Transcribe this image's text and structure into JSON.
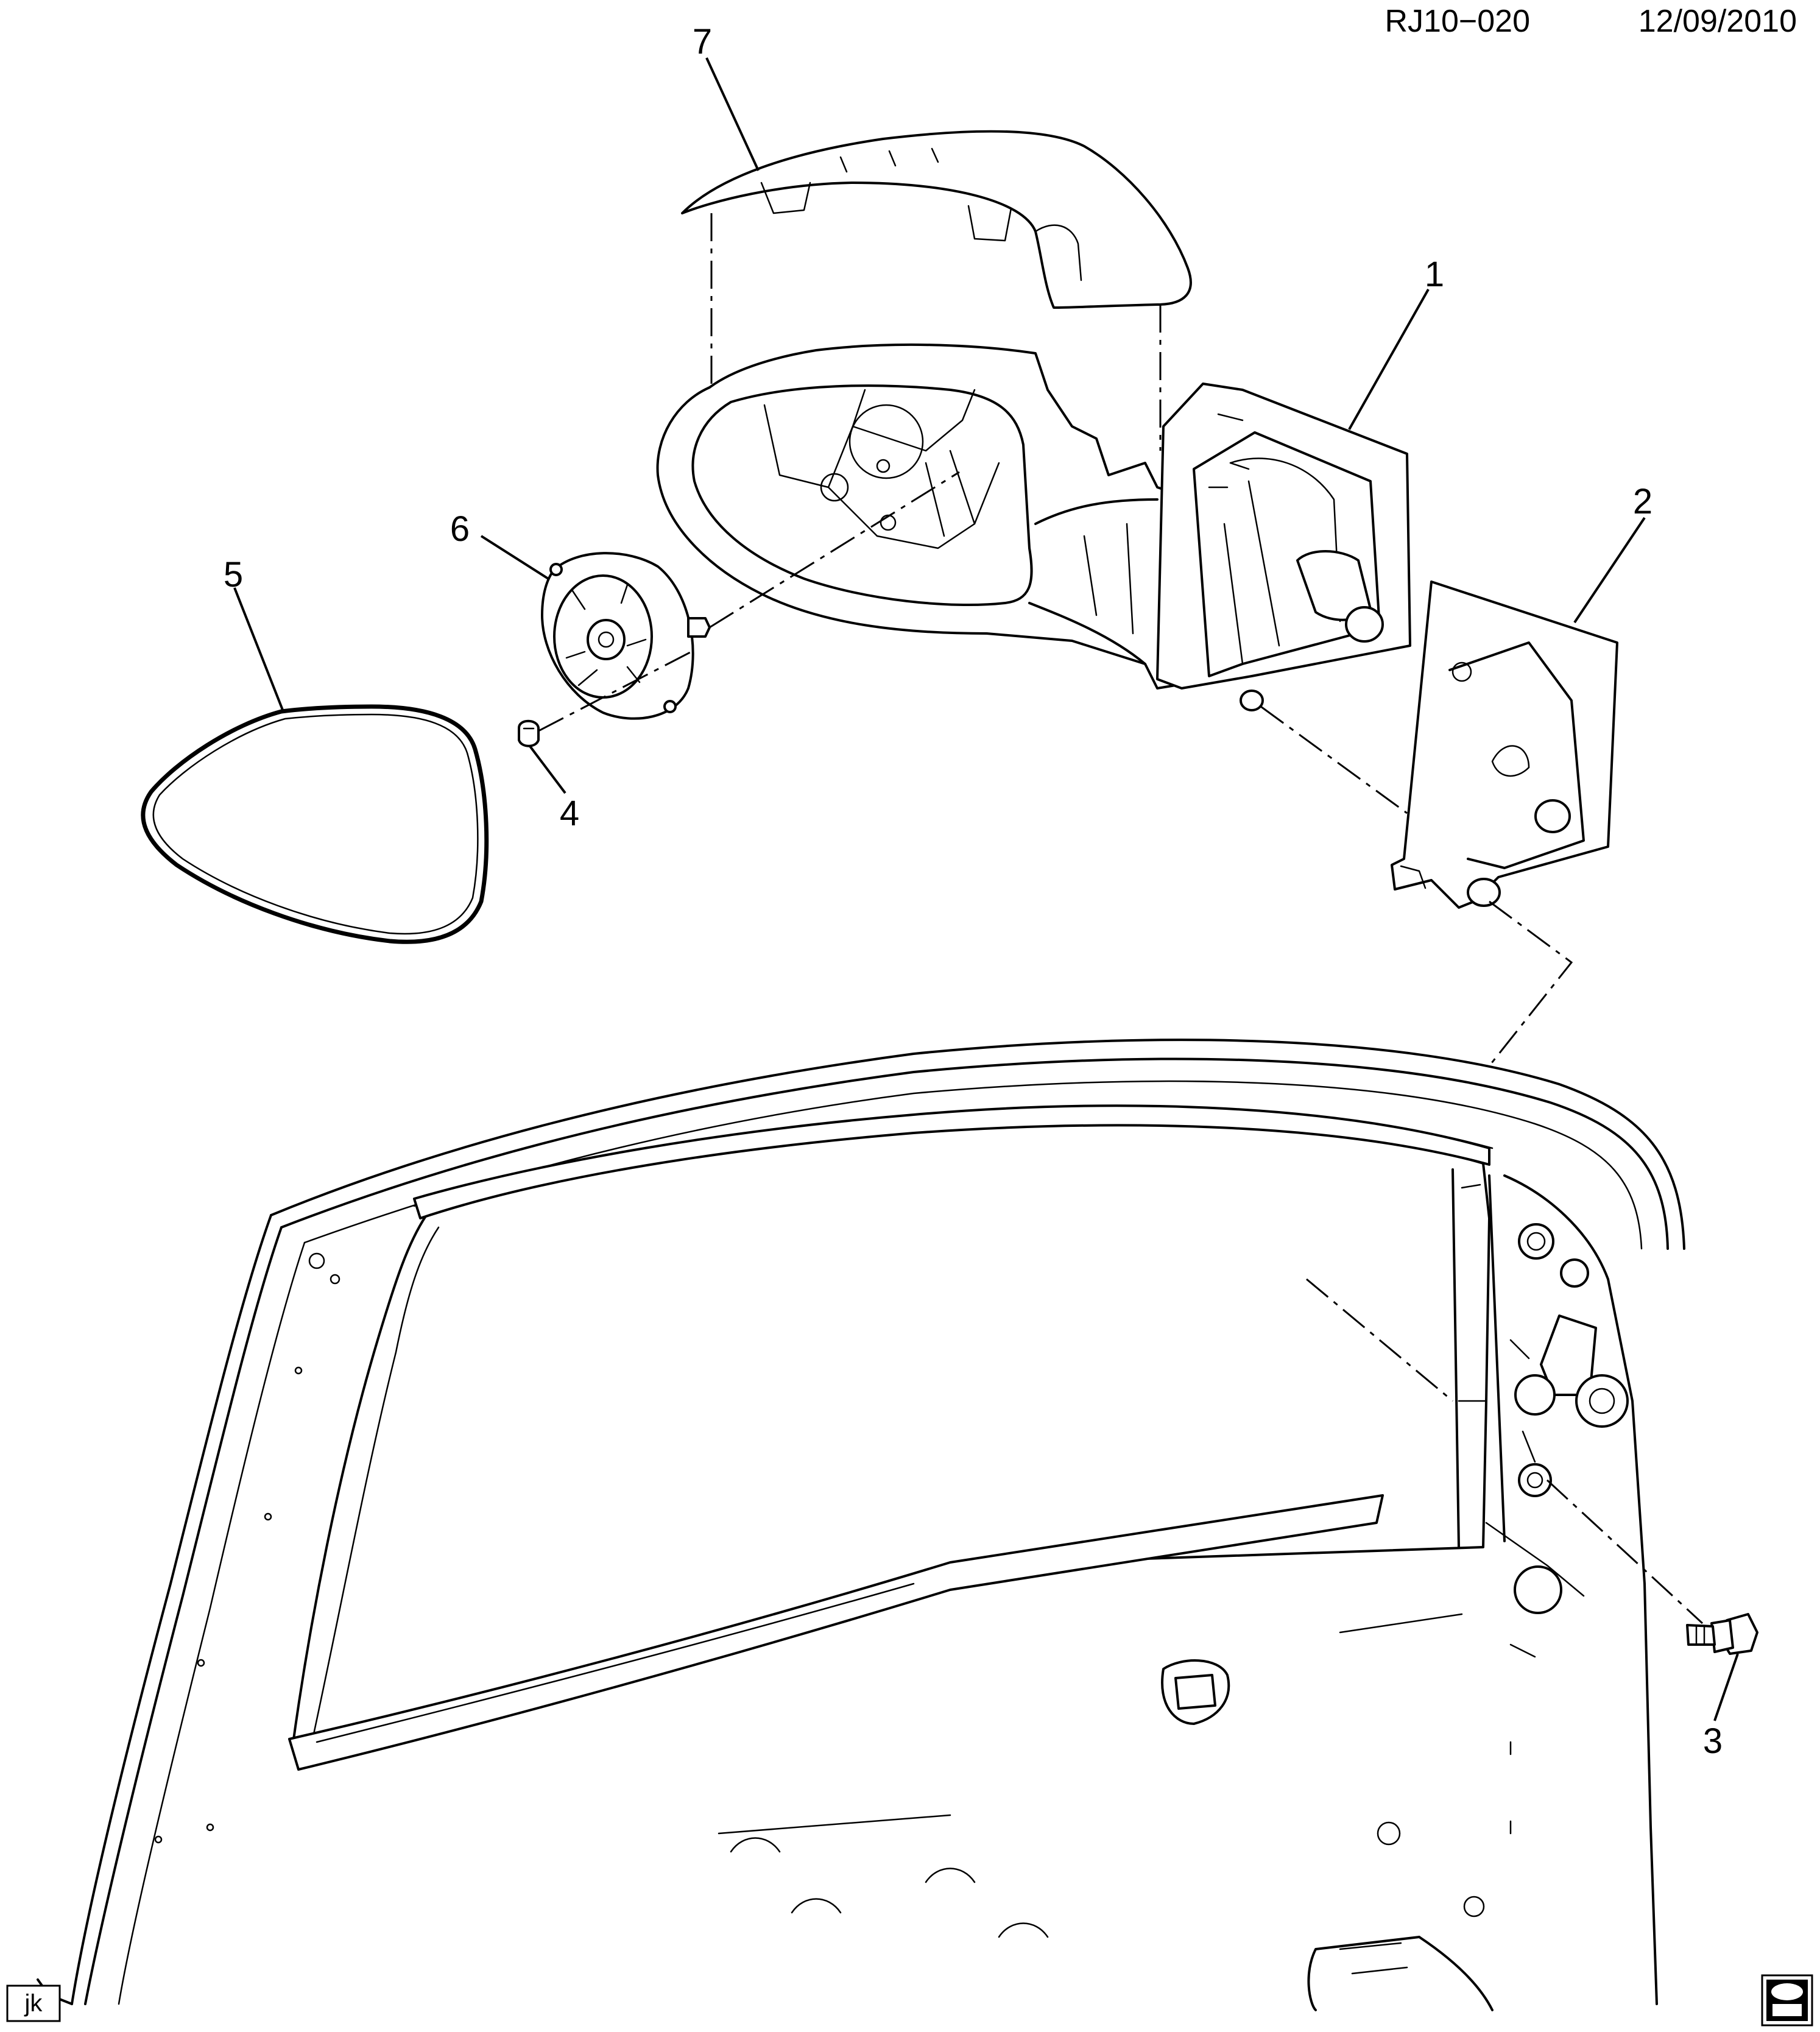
{
  "header": {
    "diagram_code": "RJ10−020",
    "date": "12/09/2010"
  },
  "callouts": [
    {
      "id": "1",
      "label": "1"
    },
    {
      "id": "2",
      "label": "2"
    },
    {
      "id": "3",
      "label": "3"
    },
    {
      "id": "4",
      "label": "4"
    },
    {
      "id": "5",
      "label": "5"
    },
    {
      "id": "6",
      "label": "6"
    },
    {
      "id": "7",
      "label": "7"
    }
  ],
  "footer": {
    "left_stamp": "jk"
  },
  "icons": {
    "corner_logo": "gm-spo-logo-icon"
  }
}
